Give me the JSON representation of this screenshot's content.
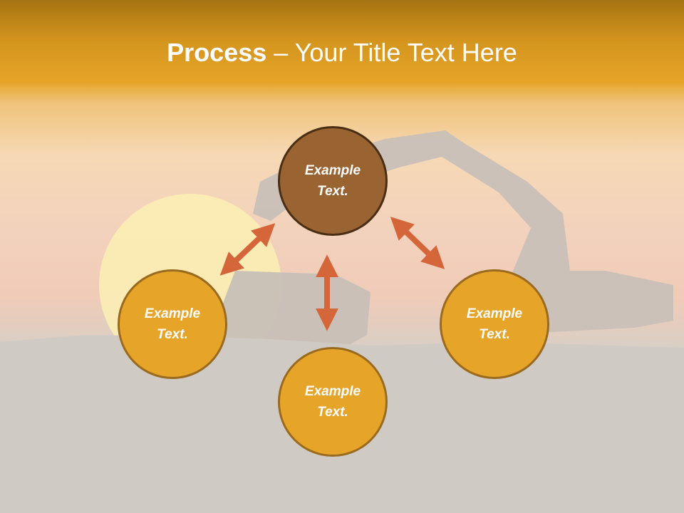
{
  "title": {
    "bold": "Process",
    "rest": " – Your Title Text Here"
  },
  "nodes": {
    "top": {
      "line1": "Example",
      "line2": "Text."
    },
    "left": {
      "line1": "Example",
      "line2": "Text."
    },
    "right": {
      "line1": "Example",
      "line2": "Text."
    },
    "bottom": {
      "line1": "Example",
      "line2": "Text."
    }
  },
  "colors": {
    "header": "#e6a428",
    "center_node": "#9a6332",
    "outer_node": "#e6a429",
    "arrow": "#d4663a"
  }
}
